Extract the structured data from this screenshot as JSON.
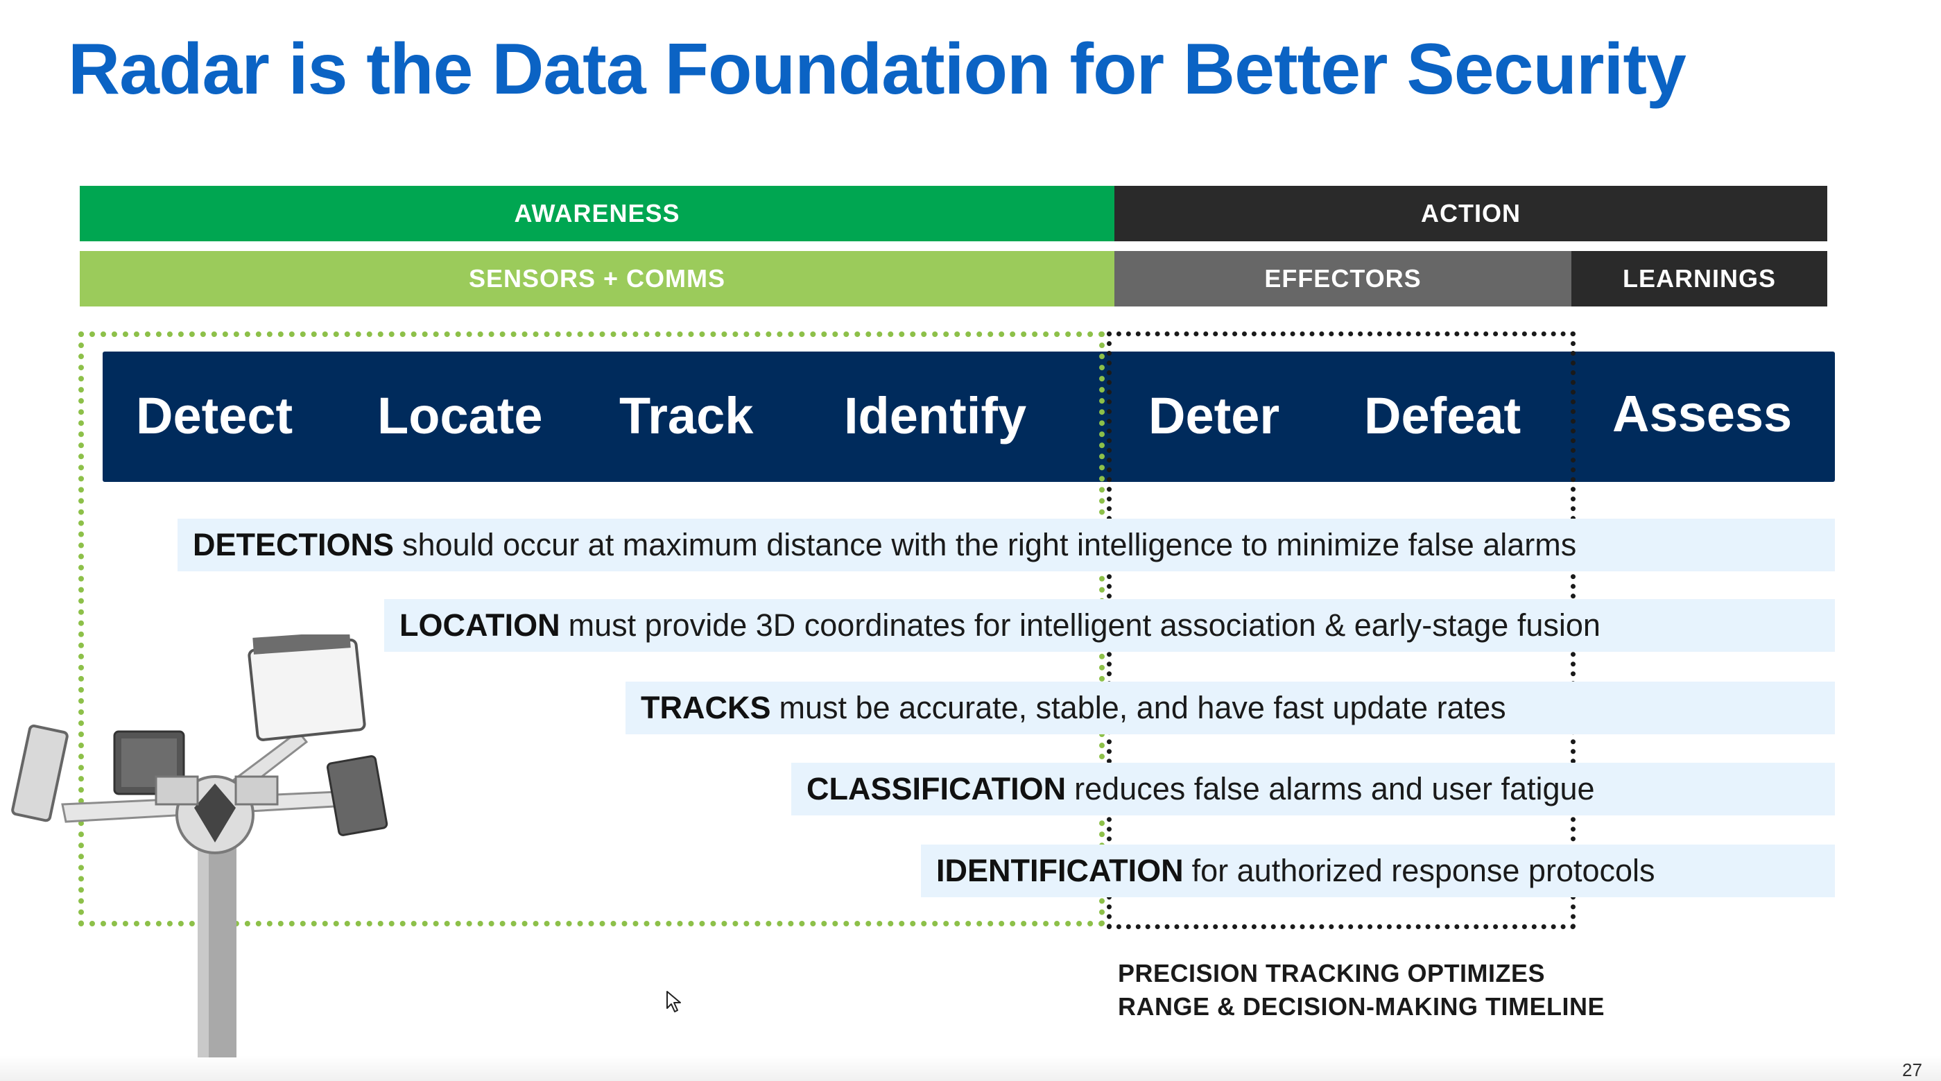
{
  "slide": {
    "title": "Radar is the Data Foundation for Better Security",
    "page_number": "27"
  },
  "header": {
    "row1": {
      "awareness": "AWARENESS",
      "action": "ACTION"
    },
    "row2": {
      "sensors": "SENSORS + COMMS",
      "effectors": "EFFECTORS",
      "learnings": "LEARNINGS"
    }
  },
  "stages": [
    "Detect",
    "Locate",
    "Track",
    "Identify",
    "Deter",
    "Defeat",
    "Assess"
  ],
  "statements": [
    {
      "key": "DETECTIONS",
      "text": "should occur at maximum distance with the right intelligence to minimize false alarms"
    },
    {
      "key": "LOCATION",
      "text": "must provide 3D coordinates for intelligent association & early-stage fusion"
    },
    {
      "key": "TRACKS",
      "text": "must be accurate, stable, and have fast update rates"
    },
    {
      "key": "CLASSIFICATION",
      "text": "reduces false alarms and user fatigue"
    },
    {
      "key": "IDENTIFICATION",
      "text": "for authorized response protocols"
    }
  ],
  "footnote": {
    "line1": "PRECISION TRACKING OPTIMIZES",
    "line2": "RANGE & DECISION-MAKING TIMELINE"
  },
  "colors": {
    "title": "#0b63c4",
    "awareness": "#00a651",
    "action": "#2a2a2a",
    "sensors": "#9bcb5b",
    "effectors": "#676767",
    "learnings": "#2a2a2a",
    "band": "#002b5c",
    "row_bg": "#e7f3fd",
    "green_dots": "#8dc049"
  },
  "icons": {
    "tower": "radar-tower-icon",
    "cursor": "mouse-cursor-icon"
  }
}
